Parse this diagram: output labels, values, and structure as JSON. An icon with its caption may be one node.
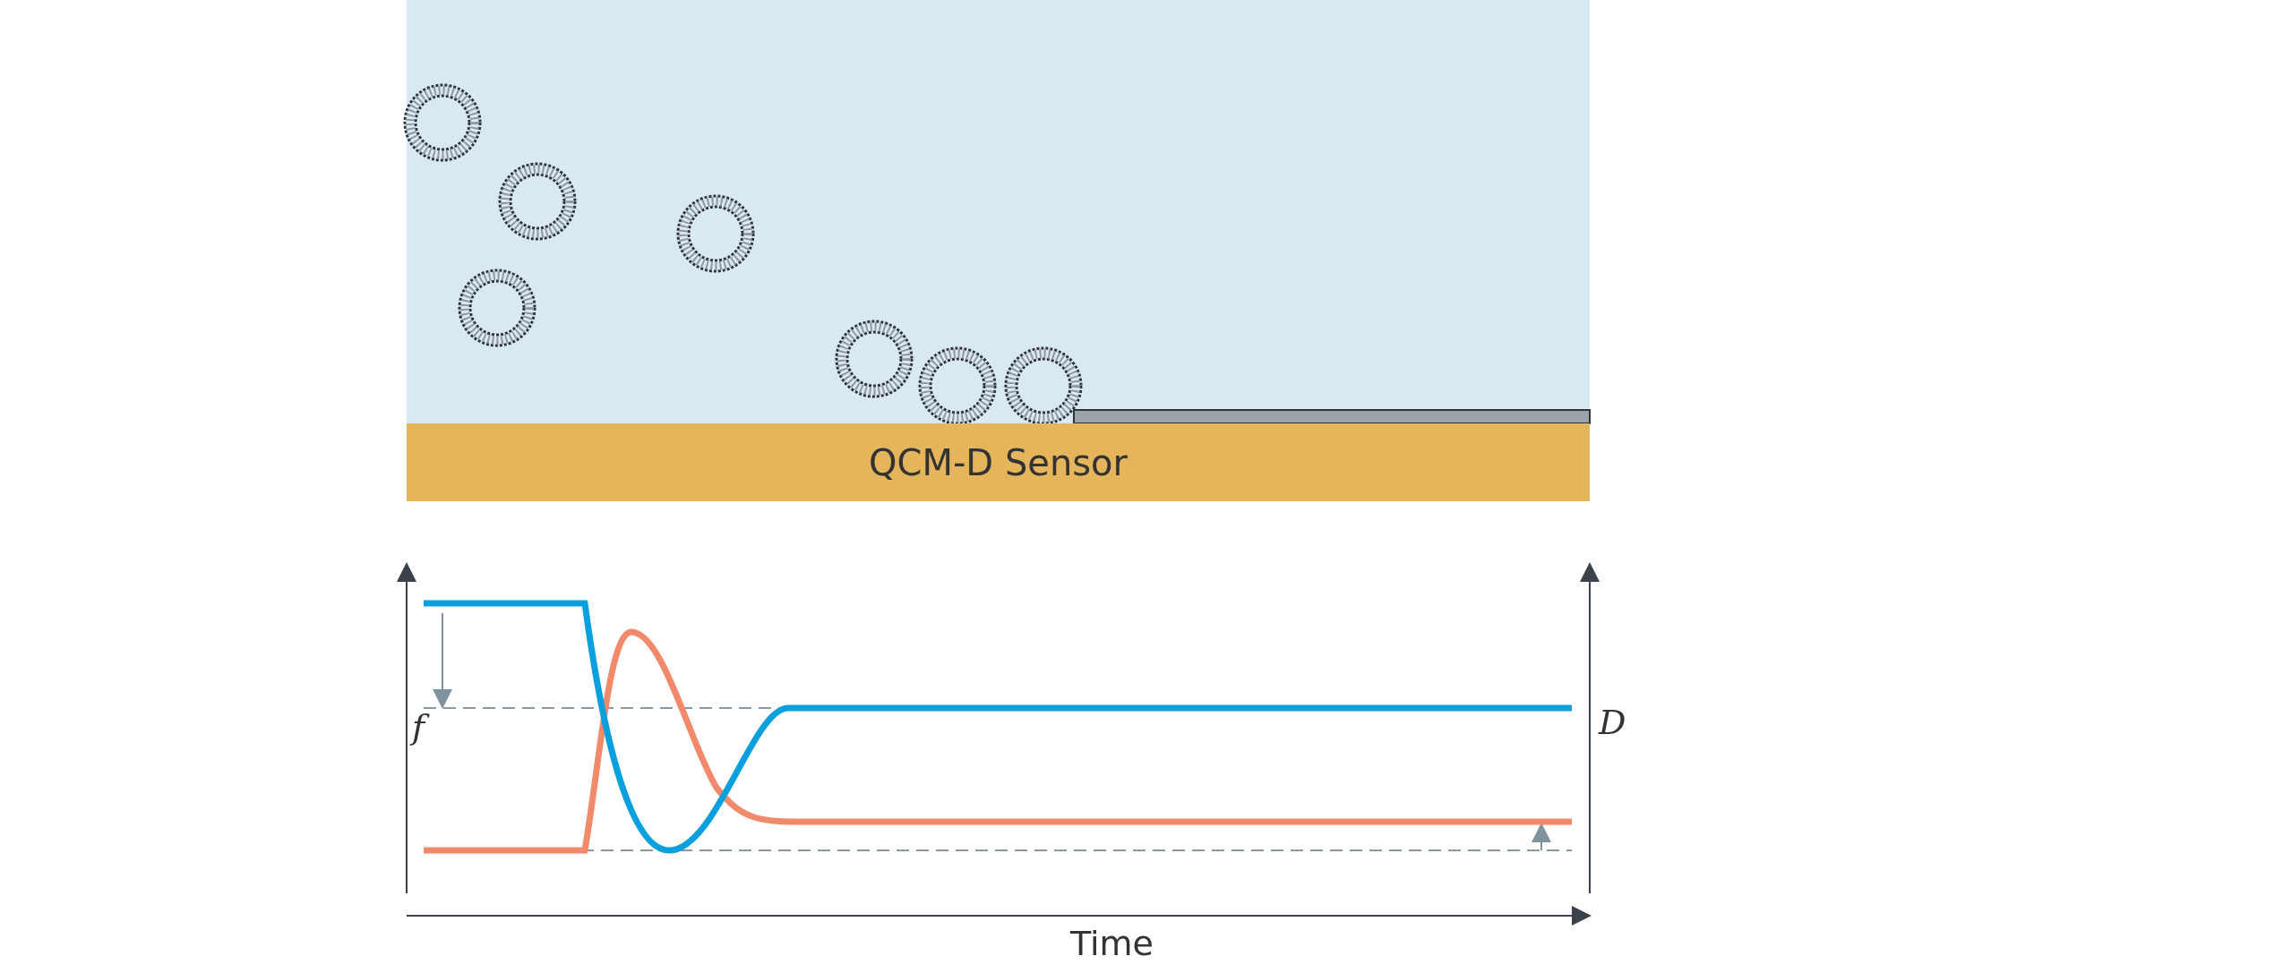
{
  "diagram": {
    "nodes": [
      {
        "text": [
          "QCM-D Sensor"
        ]
      }
    ],
    "labels": [
      "f",
      "D",
      "Time"
    ]
  }
}
